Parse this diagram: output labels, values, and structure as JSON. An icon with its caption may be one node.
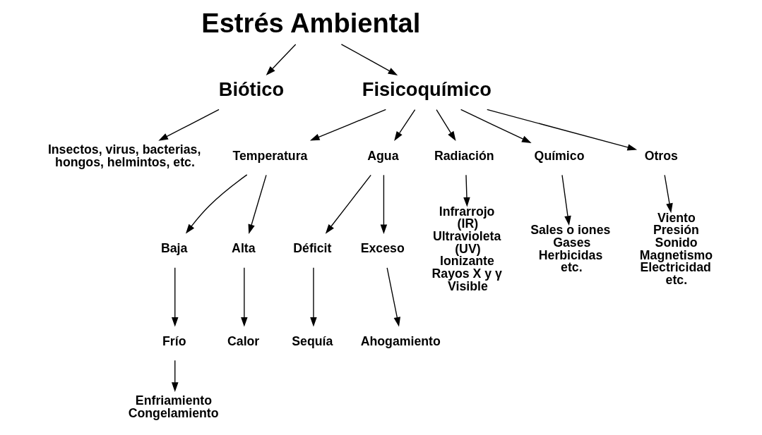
{
  "diagram": {
    "nodes": [
      {
        "text": [
          "Estrés Ambiental"
        ]
      },
      {
        "text": [
          "Biótico"
        ]
      },
      {
        "text": [
          "Fisicoquímico"
        ]
      },
      {
        "text": [
          "Insectos, virus, bacterias, hongos, helmintos, etc."
        ]
      },
      {
        "text": [
          "Temperatura"
        ]
      },
      {
        "text": [
          "Agua"
        ]
      },
      {
        "text": [
          "Radiación"
        ]
      },
      {
        "text": [
          "Químico"
        ]
      },
      {
        "text": [
          "Otros"
        ]
      },
      {
        "text": [
          "Baja"
        ]
      },
      {
        "text": [
          "Alta"
        ]
      },
      {
        "text": [
          "Déficit"
        ]
      },
      {
        "text": [
          "Exceso"
        ]
      },
      {
        "text": [
          "Infrarrojo (IR) Ultravioleta (UV) Ionizante Rayos X y γ Visible"
        ]
      },
      {
        "text": [
          "Sales o iones Gases Herbicidas etc."
        ]
      },
      {
        "text": [
          "Viento Presión Sonido Magnetismo Electricidad etc."
        ]
      },
      {
        "text": [
          "Frío"
        ]
      },
      {
        "text": [
          "Calor"
        ]
      },
      {
        "text": [
          "Sequía"
        ]
      },
      {
        "text": [
          "Ahogamiento"
        ]
      },
      {
        "text": [
          "Enfriamiento Congelamiento"
        ]
      }
    ],
    "edges": [
      {
        "from": 0,
        "to": 1,
        "arrow": "to"
      },
      {
        "from": 0,
        "to": 2,
        "arrow": "to"
      },
      {
        "from": 1,
        "to": 3,
        "arrow": "to"
      },
      {
        "from": 2,
        "to": 4,
        "arrow": "to"
      },
      {
        "from": 2,
        "to": 5,
        "arrow": "to"
      },
      {
        "from": 2,
        "to": 6,
        "arrow": "to"
      },
      {
        "from": 2,
        "to": 7,
        "arrow": "to"
      },
      {
        "from": 2,
        "to": 8,
        "arrow": "to"
      },
      {
        "from": 4,
        "to": 9,
        "arrow": "to"
      },
      {
        "from": 4,
        "to": 10,
        "arrow": "to"
      },
      {
        "from": 5,
        "to": 11,
        "arrow": "to"
      },
      {
        "from": 5,
        "to": 12,
        "arrow": "to"
      },
      {
        "from": 6,
        "to": 13,
        "arrow": "to"
      },
      {
        "from": 7,
        "to": 14,
        "arrow": "to"
      },
      {
        "from": 8,
        "to": 15,
        "arrow": "to"
      },
      {
        "from": 9,
        "to": 16,
        "arrow": "to"
      },
      {
        "from": 10,
        "to": 17,
        "arrow": "to"
      },
      {
        "from": 11,
        "to": 18,
        "arrow": "to"
      },
      {
        "from": 12,
        "to": 19,
        "arrow": "to"
      },
      {
        "from": 16,
        "to": 20,
        "arrow": "to"
      }
    ]
  }
}
